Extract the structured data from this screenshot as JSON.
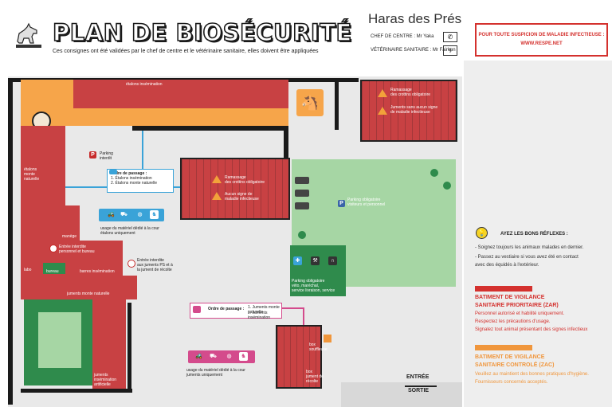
{
  "header": {
    "title": "PLAN DE BIOSÉCURITÉ",
    "subtitle": "Ces consignes ont été validées par le chef de centre et le vétérinaire sanitaire, elles doivent être appliquées",
    "site_name": "Haras des Prés",
    "chef_label": "CHEF DE CENTRE : Mr Yaka",
    "vet_label": "VÉTÉRINAIRE SANITAIRE : Mr Fairkon"
  },
  "alert": {
    "line1": "POUR TOUTE SUSPICION DE MALADIE INFECTIEUSE :",
    "line2": "WWW.RESPE.NET"
  },
  "plan": {
    "etalons_insemination": "étalons insémination",
    "etalons_monte_naturelle": "étalons\nmonte\nnaturelle",
    "parking": "Parking\ninterdit",
    "ordre_title": "Ordre de passage :",
    "ordre_blue_1": "1. Étalons insémination",
    "ordre_blue_2": "2. Étalons monte naturelle",
    "ramassage_1": "Ramassage\ndes crottins obligatoire",
    "aucun_signe": "Aucun signe de\nmaladie infectieuse",
    "ramassage_2": "Ramassage\ndes crottins obligatoire",
    "juments_sans": "Juments sans aucun signe\nde maladie infectieuse",
    "materiel_etalons": "usage du matériel dédié à la cour\nétalons uniquement",
    "manege": "manège",
    "entree_interdite_personnel": "Entrée interdite\npersonnel et bureau",
    "labo": "labo",
    "bureau": "bureau",
    "barres": "barres insémination",
    "entree_interdite_juments": "Entrée interdite\naux juments PS et à\nla jument de récolte",
    "juments_monte": "juments monte naturelle",
    "ordre_pink_1": "1. Juments monte naturelle",
    "ordre_pink_2": "2. Juments insémination",
    "parking_obligatoire": "Parking obligatoire\nvisiteurs et personnel",
    "parking_services": "Parking obligatoire\nvéto, maréchal,\nservice livraison, service",
    "juments_insemination": "juments\ninsémination\nartificielle",
    "materiel_juments": "usage du matériel dédié à la cour\njuments uniquement",
    "box_souffleuse": "box\nsouffleuse",
    "box_jument_recolte": "box\njument de\nrécolte",
    "entree": "ENTRÉE",
    "sortie": "SORTIE"
  },
  "reflexes": {
    "title": "AYEZ LES BONS RÉFLEXES :",
    "item1": "- Soignez toujours les animaux malades en dernier.",
    "item2": "- Passez au vestiaire si vous avez été en contact",
    "item3": "  avec des équidés à l'extérieur."
  },
  "zar": {
    "title1": "BATIMENT DE VIGILANCE",
    "title2": "SANITAIRE PRIORITAIRE (ZAR)",
    "line1": "Personnel autorisé et habilité uniquement.",
    "line2": "Respectez les précautions d'usage.",
    "line3": "Signalez tout animal présentant des signes infectieux"
  },
  "zac": {
    "title1": "BATIMENT DE VIGILANCE",
    "title2": "SANITAIRE CONTROLÉ (ZAC)",
    "line1": "Veuillez au maintient des bonnes pratiques d'hygiène.",
    "line2": "Fournisseurs concernés acceptés."
  },
  "colors": {
    "zar_red": "#d4312e",
    "zac_orange": "#f0963c",
    "building_red": "#c84143",
    "grass_green": "#a6d6a4",
    "wall": "#1a1a1a"
  }
}
